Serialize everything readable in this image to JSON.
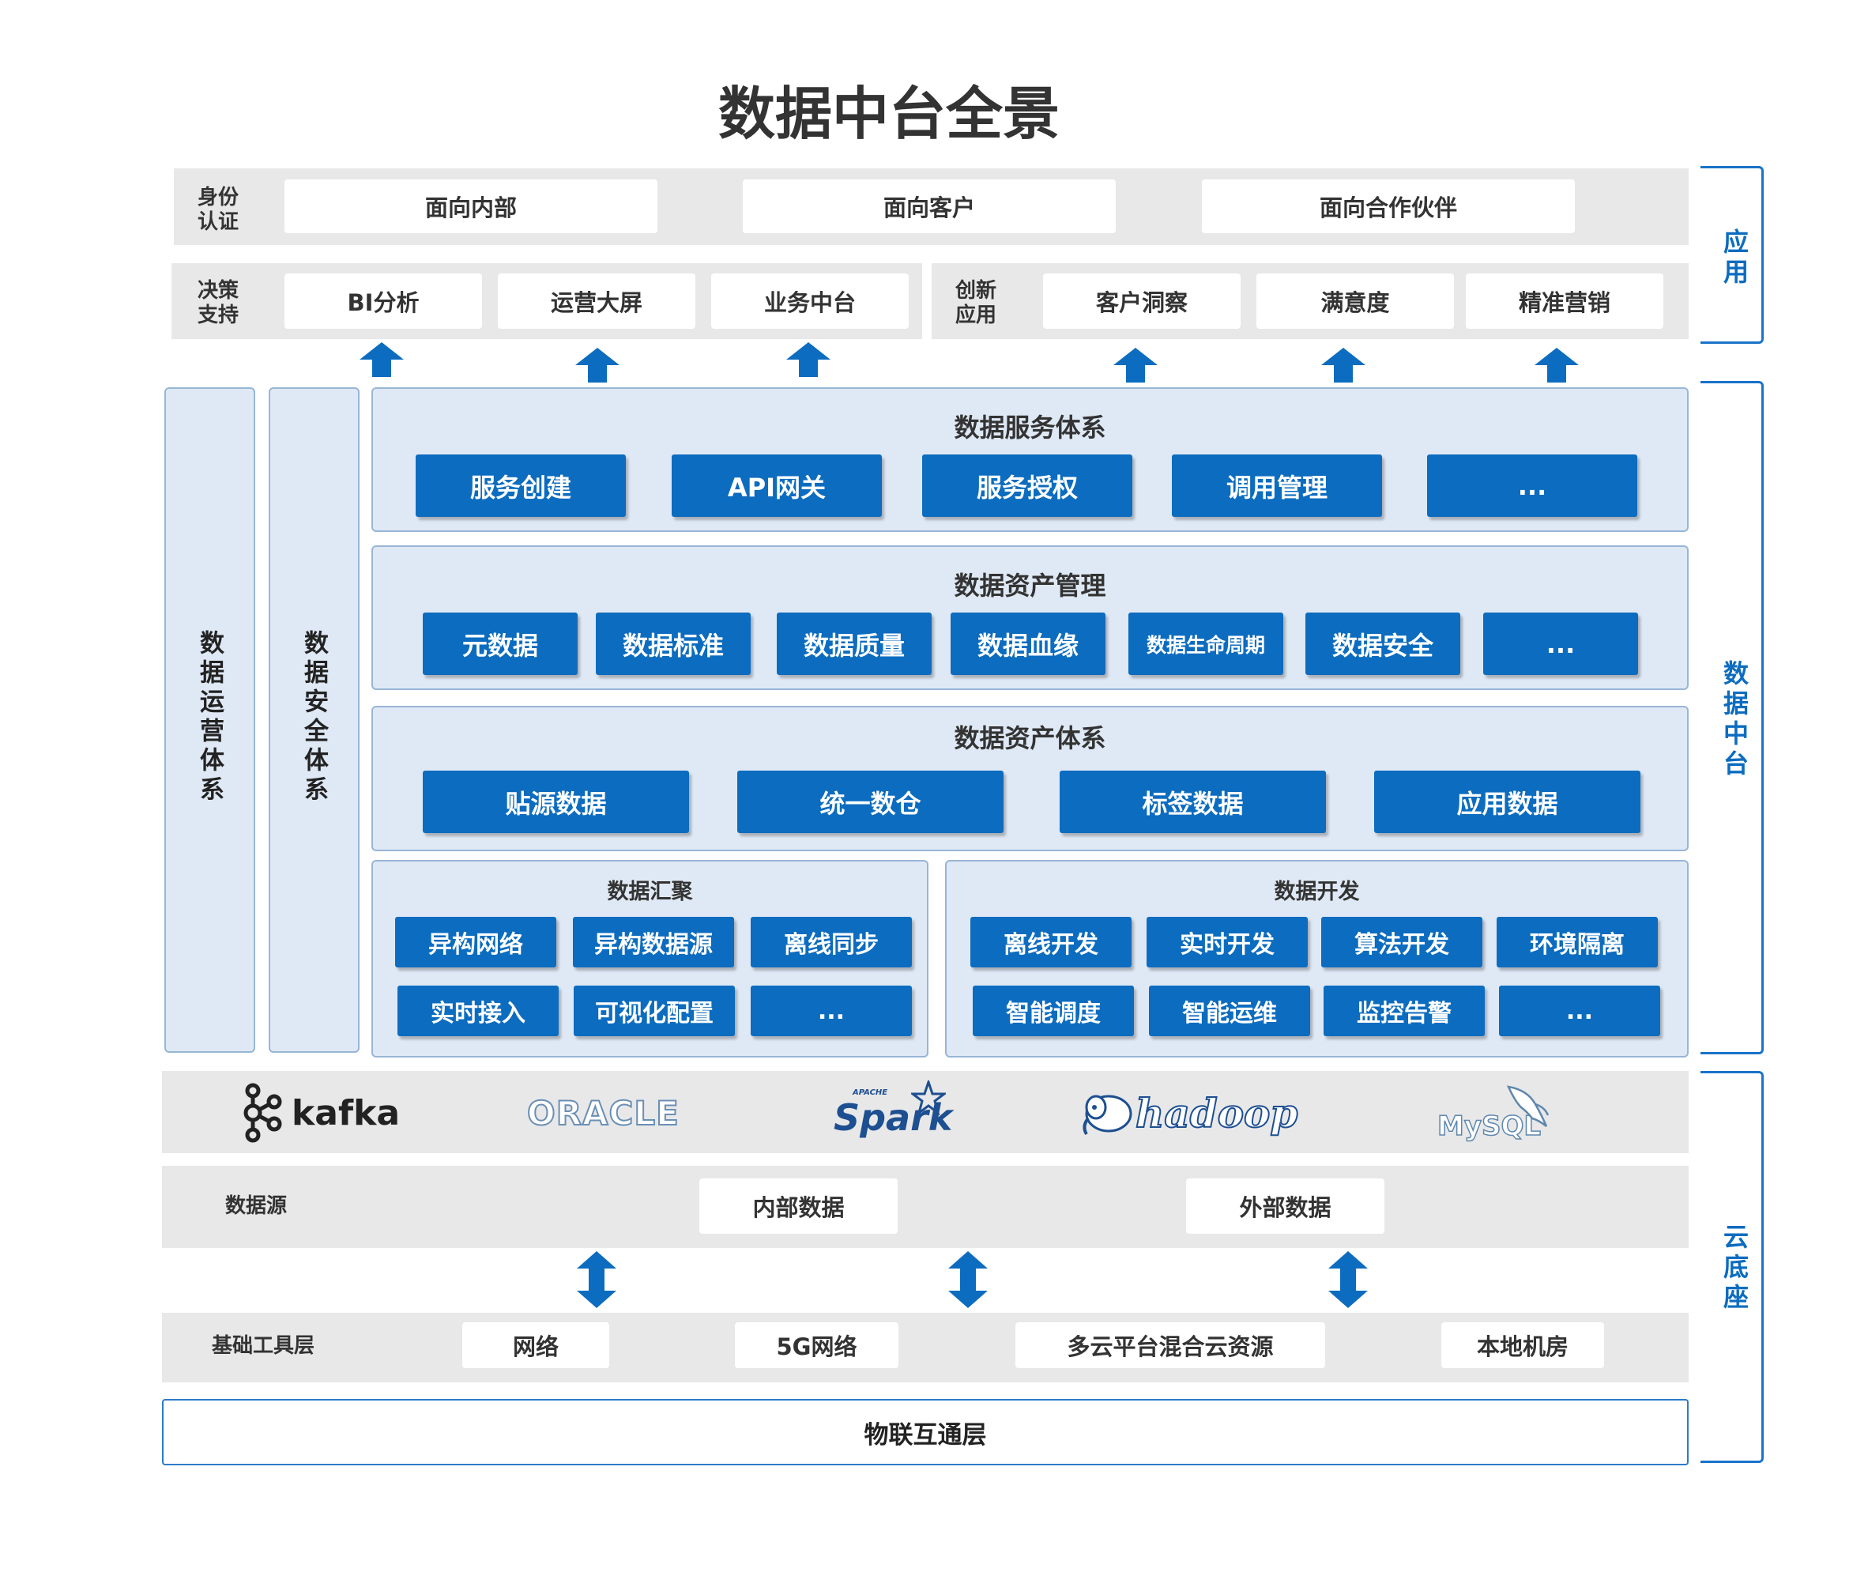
{
  "title": "数据中台全景",
  "app_row1": {
    "label": "身份\n认证",
    "items": [
      "面向内部",
      "面向客户",
      "面向合作伙伴"
    ]
  },
  "app_row2_left": {
    "label": "决策\n支持",
    "items": [
      "BI分析",
      "运营大屏",
      "业务中台"
    ]
  },
  "app_row2_right": {
    "label": "创新\n应用",
    "items": [
      "客户洞察",
      "满意度",
      "精准营销"
    ]
  },
  "vertical_columns": [
    "数据运营体系",
    "数据安全体系"
  ],
  "service_system": {
    "title": "数据服务体系",
    "items": [
      "服务创建",
      "API网关",
      "服务授权",
      "调用管理",
      "..."
    ]
  },
  "asset_management": {
    "title": "数据资产管理",
    "items": [
      "元数据",
      "数据标准",
      "数据质量",
      "数据血缘",
      "数据生命周期",
      "数据安全",
      "..."
    ]
  },
  "asset_system": {
    "title": "数据资产体系",
    "items": [
      "贴源数据",
      "统一数仓",
      "标签数据",
      "应用数据"
    ]
  },
  "aggregation": {
    "title": "数据汇聚",
    "row1": [
      "异构网络",
      "异构数据源",
      "离线同步"
    ],
    "row2": [
      "实时接入",
      "可视化配置",
      "..."
    ]
  },
  "development": {
    "title": "数据开发",
    "row1": [
      "离线开发",
      "实时开发",
      "算法开发",
      "环境隔离"
    ],
    "row2": [
      "智能调度",
      "智能运维",
      "监控告警",
      "..."
    ]
  },
  "tech_logos": [
    "kafka",
    "ORACLE",
    "Spark",
    "hadoop",
    "MySQL"
  ],
  "spark_small": "APACHE",
  "data_source": {
    "label": "数据源",
    "items": [
      "内部数据",
      "外部数据"
    ]
  },
  "infrastructure": {
    "label": "基础工具层",
    "items": [
      "网络",
      "5G网络",
      "多云平台混合云资源",
      "本地机房"
    ]
  },
  "iot_layer": "物联互通层",
  "brackets": [
    "应用",
    "数据中台",
    "云底座"
  ],
  "colors": {
    "primary_blue": "#0c6cbf",
    "panel_bg": "#dfe9f5",
    "gray_bar": "#e8e8e9"
  }
}
